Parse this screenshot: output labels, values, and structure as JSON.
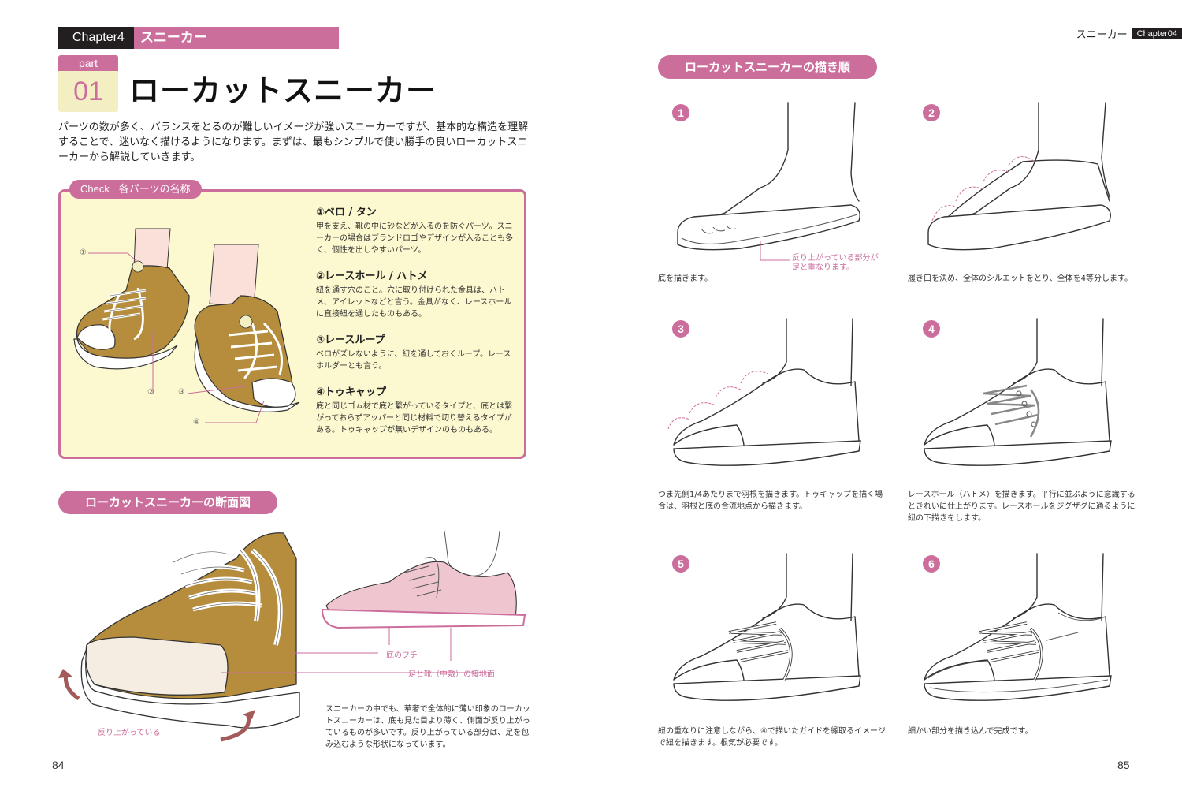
{
  "left_page": {
    "chapter_label": "Chapter4",
    "chapter_name": "スニーカー",
    "part_label": "part",
    "part_number": "01",
    "title": "ローカットスニーカー",
    "intro": "パーツの数が多く、バランスをとるのが難しいイメージが強いスニーカーですが、基本的な構造を理解することで、迷いなく描けるようになります。まずは、最もシンプルで使い勝手の良いローカットスニーカーから解説していきます。",
    "check": {
      "tab_label": "Check",
      "tab_title": "各パーツの名称",
      "markers": [
        "①",
        "②",
        "③",
        "④"
      ],
      "items": [
        {
          "title": "①ベロ / タン",
          "text": "甲を支え、靴の中に砂などが入るのを防ぐパーツ。スニーカーの場合はブランドロゴやデザインが入ることも多く、個性を出しやすいパーツ。"
        },
        {
          "title": "②レースホール / ハトメ",
          "text": "紐を通す穴のこと。穴に取り付けられた金具は、ハトメ、アイレットなどと言う。金具がなく、レースホールに直接紐を通したものもある。"
        },
        {
          "title": "③レースループ",
          "text": "ベロがズレないように、紐を通しておくループ。レースホルダーとも言う。"
        },
        {
          "title": "④トゥキャップ",
          "text": "底と同じゴム材で底と繋がっているタイプと、底とは繋がっておらずアッパーと同じ材料で切り替えるタイプがある。トゥキャップが無いデザインのものもある。"
        }
      ]
    },
    "cross_section": {
      "heading": "ローカットスニーカーの断面図",
      "label_rim": "底のフチ",
      "label_contact": "足と靴（中敷）の接地面",
      "label_curl": "反り上がっている",
      "description": "スニーカーの中でも、華奢で全体的に薄い印象のローカットスニーカーは、底も見た目より薄く、側面が反り上がっているものが多いです。反り上がっている部分は、足を包み込むような形状になっています。"
    },
    "page_number": "84"
  },
  "right_page": {
    "running_head_name": "スニーカー",
    "running_head_chapter": "Chapter04",
    "order_heading": "ローカットスニーカーの描き順",
    "steps": [
      {
        "number": "1",
        "caption": "底を描きます。",
        "annotation": "反り上がっている部分が足と重なります。"
      },
      {
        "number": "2",
        "caption": "履き口を決め、全体のシルエットをとり、全体を4等分します。"
      },
      {
        "number": "3",
        "caption": "つま先側1/4あたりまで羽根を描きます。トゥキャップを描く場合は、羽根と底の合流地点から描きます。"
      },
      {
        "number": "4",
        "caption": "レースホール（ハトメ）を描きます。平行に並ぶように意識するときれいに仕上がります。レースホールをジグザグに通るように紐の下描きをします。"
      },
      {
        "number": "5",
        "caption": "紐の重なりに注意しながら、④で描いたガイドを縁取るイメージで紐を描きます。根気が必要です。"
      },
      {
        "number": "6",
        "caption": "細かい部分を描き込んで完成です。"
      }
    ],
    "page_number": "85"
  },
  "colors": {
    "accent_pink": "#cc6e9c",
    "check_bg": "#fcf8cf",
    "part_bg": "#f3efc3",
    "chapter_black": "#231f20",
    "shoe_mustard": "#b58d3c",
    "shoe_pink": "#efc6cf"
  }
}
